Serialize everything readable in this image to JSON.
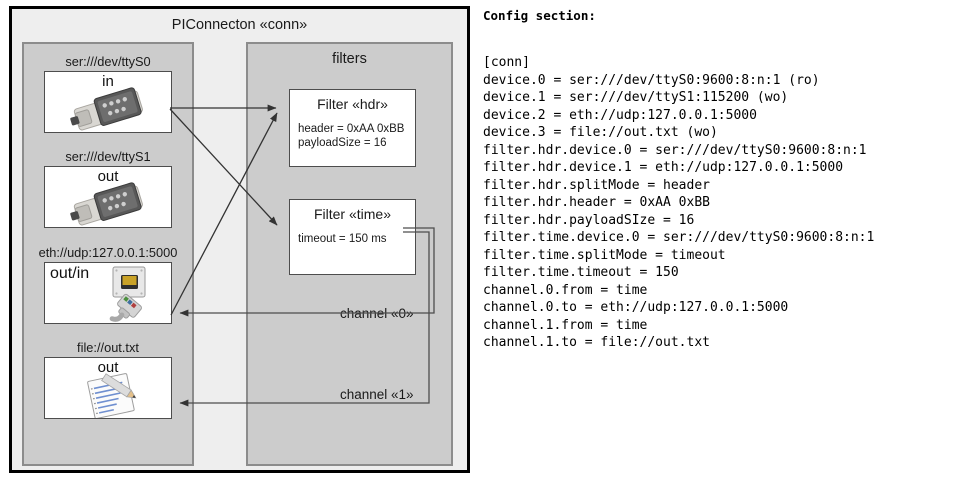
{
  "diagram": {
    "title": "PIConnecton «conn»",
    "groups": {
      "devices_title": "",
      "filters_title": "filters"
    },
    "devices": [
      {
        "caption": "ser:///dev/ttyS0",
        "direction": "in",
        "icon": "serial-port-icon"
      },
      {
        "caption": "ser:///dev/ttyS1",
        "direction": "out",
        "icon": "serial-port-icon"
      },
      {
        "caption": "eth://udp:127.0.0.1:5000",
        "direction": "out/in",
        "icon": "ethernet-jack-icon"
      },
      {
        "caption": "file://out.txt",
        "direction": "out",
        "icon": "document-pencil-icon"
      }
    ],
    "filters": [
      {
        "title": "Filter «hdr»",
        "attrs": [
          "header = 0xAA 0xBB",
          "payloadSize = 16"
        ]
      },
      {
        "title": "Filter «time»",
        "attrs": [
          "timeout = 150 ms"
        ]
      }
    ],
    "channels": [
      {
        "label": "channel «0»"
      },
      {
        "label": "channel «1»"
      }
    ]
  },
  "config": {
    "heading": "Config section:",
    "text": "[conn]\ndevice.0 = ser:///dev/ttyS0:9600:8:n:1 (ro)\ndevice.1 = ser:///dev/ttyS1:115200 (wo)\ndevice.2 = eth://udp:127.0.0.1:5000\ndevice.3 = file://out.txt (wo)\nfilter.hdr.device.0 = ser:///dev/ttyS0:9600:8:n:1\nfilter.hdr.device.1 = eth://udp:127.0.0.1:5000\nfilter.hdr.splitMode = header\nfilter.hdr.header = 0xAA 0xBB\nfilter.hdr.payloadSIze = 16\nfilter.time.device.0 = ser:///dev/ttyS0:9600:8:n:1\nfilter.time.splitMode = timeout\nfilter.time.timeout = 150\nchannel.0.from = time\nchannel.0.to = eth://udp:127.0.0.1:5000\nchannel.1.from = time\nchannel.1.to = file://out.txt"
  },
  "colors": {
    "frame_bg": "#eeeeee",
    "group_bg": "#cccccc",
    "node_bg": "#ffffff",
    "stroke": "#4d4d4d"
  }
}
